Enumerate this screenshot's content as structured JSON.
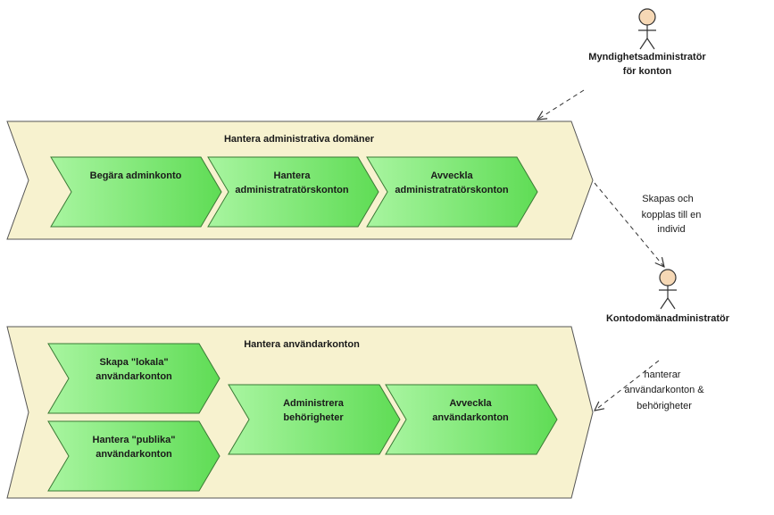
{
  "colors": {
    "container_fill": "#f7f2cf",
    "container_stroke": "#555555",
    "process_fill_start": "#a8f5a0",
    "process_fill_end": "#5fdc55",
    "actor_fill": "#f6d8b5",
    "line": "#333333"
  },
  "actors": [
    {
      "name": "Myndighetsadministratör",
      "name2": "för konton",
      "icon": "stick-figure-icon"
    },
    {
      "name": "Kontodomänadministratör",
      "icon": "stick-figure-icon"
    }
  ],
  "containers": [
    {
      "title": "Hantera administrativa domäner",
      "processes": [
        {
          "line1": "Begära adminkonto",
          "line2": ""
        },
        {
          "line1": "Hantera",
          "line2": "administratratörskonton"
        },
        {
          "line1": "Avveckla",
          "line2": "administratratörskonton"
        }
      ]
    },
    {
      "title": "Hantera användarkonton",
      "processes": [
        {
          "line1": "Skapa \"lokala\"",
          "line2": "användarkonton"
        },
        {
          "line1": "Hantera \"publika\"",
          "line2": "användarkonton"
        },
        {
          "line1": "Administrera",
          "line2": "behörigheter"
        },
        {
          "line1": "Avveckla",
          "line2": "användarkonton"
        }
      ]
    }
  ],
  "connector_labels": [
    {
      "line1": "Skapas och",
      "line2": "kopplas till en",
      "line3": "individ"
    },
    {
      "line1": "hanterar",
      "line2": "användarkonton &",
      "line3": "behörigheter"
    }
  ]
}
